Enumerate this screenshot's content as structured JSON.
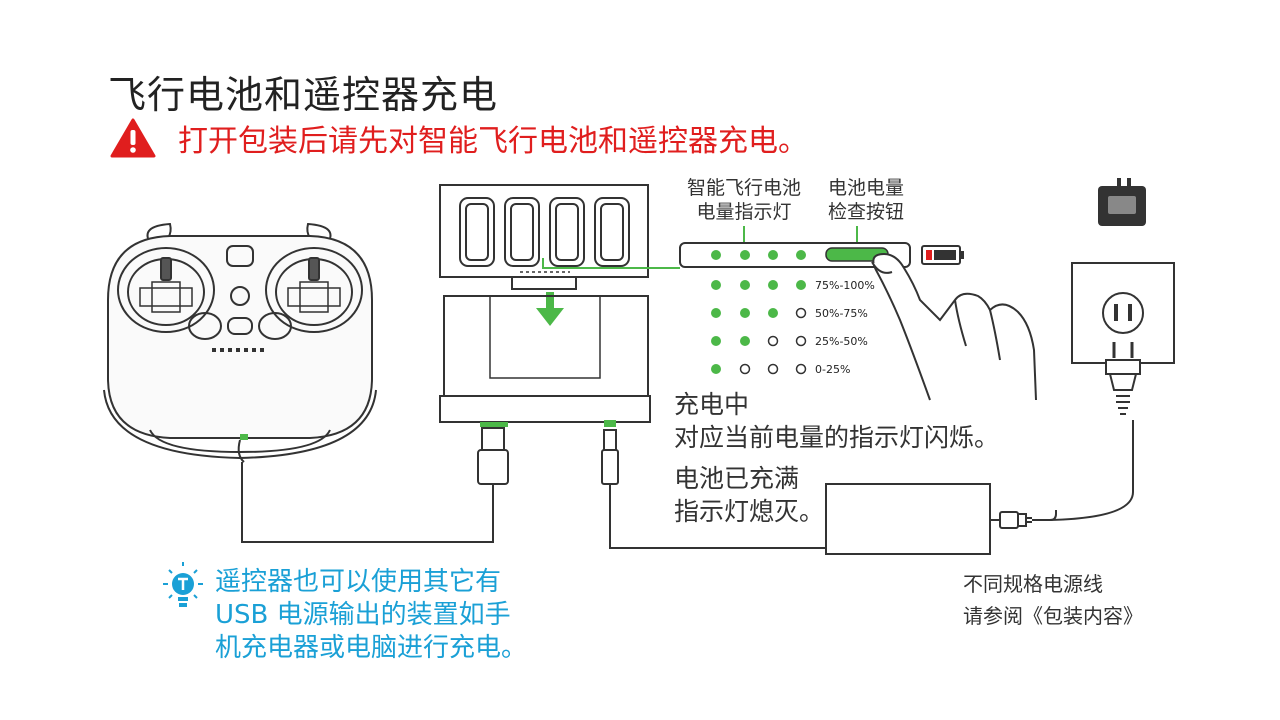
{
  "title": "飞行电池和遥控器充电",
  "warning": {
    "icon": "warning-triangle-icon",
    "text": "打开包装后请先对智能飞行电池和遥控器充电。"
  },
  "labels": {
    "battery_indicator": [
      "智能飞行电池",
      "电量指示灯"
    ],
    "check_button": [
      "电池电量",
      "检查按钮"
    ]
  },
  "levels": [
    {
      "label": "75%-100%",
      "filled": 4
    },
    {
      "label": "50%-75%",
      "filled": 3
    },
    {
      "label": "25%-50%",
      "filled": 2
    },
    {
      "label": "0-25%",
      "filled": 1
    }
  ],
  "charging": {
    "title": "充电中",
    "desc": "对应当前电量的指示灯闪烁。"
  },
  "full": {
    "title": "电池已充满",
    "desc": "指示灯熄灭。"
  },
  "tip": {
    "icon": "lightbulb-icon",
    "lines": [
      "遥控器也可以使用其它有",
      "USB  电源输出的装置如手",
      "机充电器或电脑进行充电。"
    ]
  },
  "note": {
    "lines": [
      "不同规格电源线",
      "请参阅《包装内容》"
    ]
  },
  "colors": {
    "accent_green": "#4cb848",
    "warning_red": "#e01e1e",
    "tip_blue": "#1aa0d6",
    "line_gray": "#666666"
  }
}
